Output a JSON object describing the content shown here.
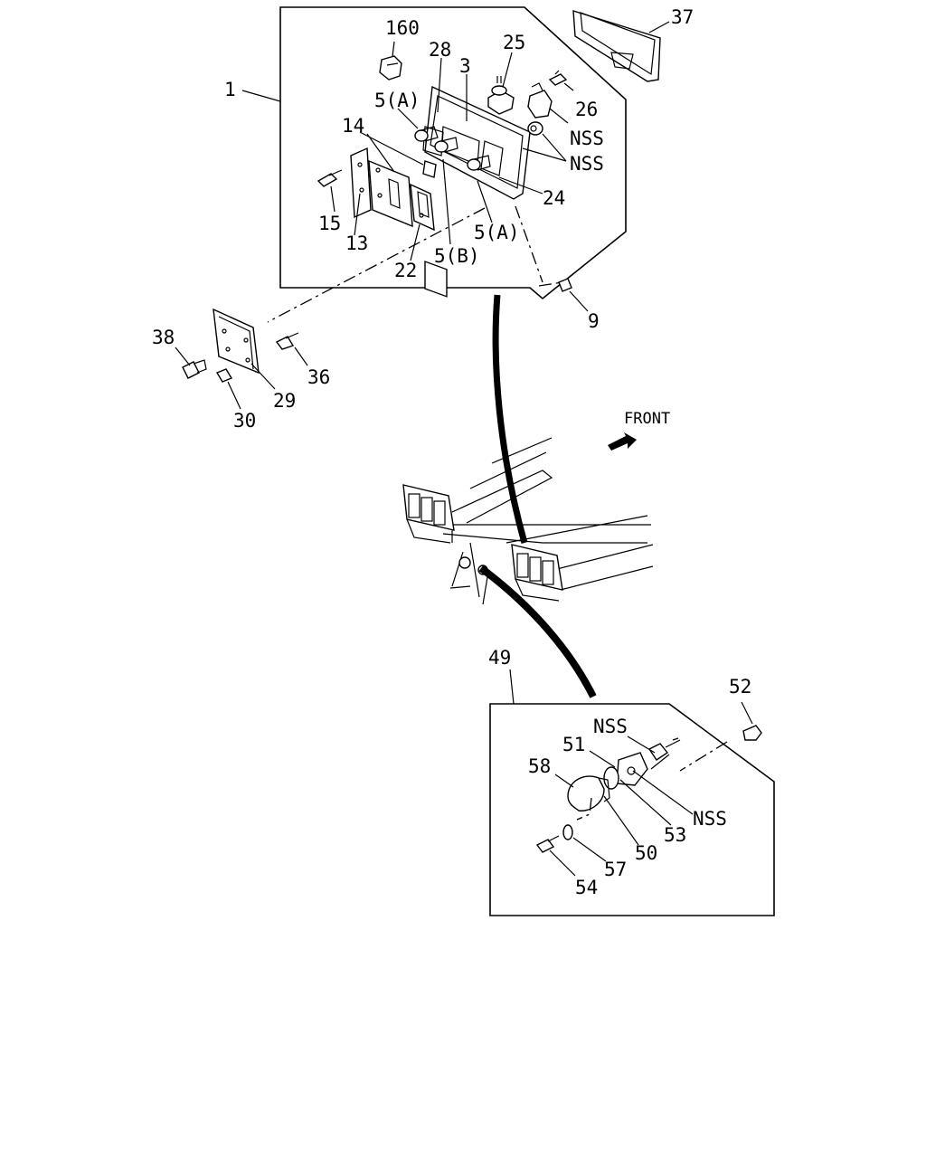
{
  "front_label": "FRONT",
  "callouts": {
    "c160": "160",
    "c28": "28",
    "c3": "3",
    "c25": "25",
    "c37": "37",
    "c1": "1",
    "c5a_top": "5(A)",
    "c26": "26",
    "c14": "14",
    "nss_a": "NSS",
    "nss_b": "NSS",
    "c24": "24",
    "c15": "15",
    "c13": "13",
    "c5a_bottom": "5(A)",
    "c5b": "5(B)",
    "c22": "22",
    "c9": "9",
    "c38": "38",
    "c36": "36",
    "c29": "29",
    "c30": "30",
    "c49": "49",
    "c52": "52",
    "nss_c": "NSS",
    "c51": "51",
    "c58": "58",
    "nss_d": "NSS",
    "c53": "53",
    "c50": "50",
    "c57": "57",
    "c54": "54"
  }
}
